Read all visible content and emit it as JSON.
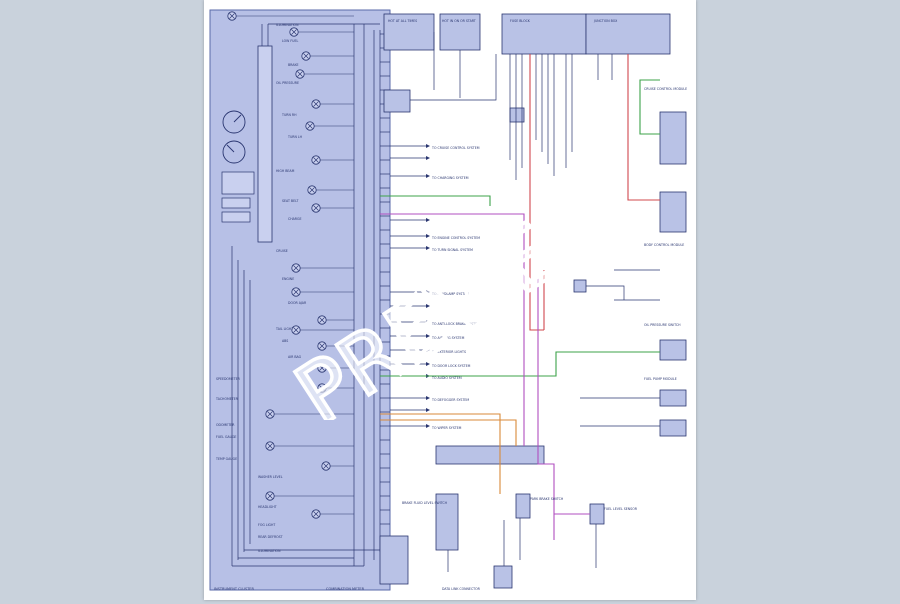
{
  "diagram": {
    "panel_left_label": "INSTRUMENT CLUSTER",
    "panel_bottom_label": "COMBINATION METER",
    "left_items": [
      "ILLUMINATION",
      "LOW FUEL",
      "BRAKE",
      "OIL PRESSURE",
      "TURN RH",
      "TURN LH",
      "HIGH BEAM",
      "SEAT BELT",
      "CHARGE",
      "CRUISE",
      "ENGINE",
      "DOOR AJAR",
      "TAIL LIGHT",
      "ABS",
      "AIR BAG",
      "SPEEDOMETER",
      "TACHOMETER",
      "ODOMETER",
      "FUEL GAUGE",
      "TEMP GAUGE",
      "WASHER LEVEL",
      "HEADLIGHT",
      "FOG LIGHT",
      "REAR DEFROST",
      "ILLUMINATION"
    ],
    "top_boxes": [
      "HOT AT ALL TIMES",
      "HOT IN ON OR START",
      "FUSE BLOCK",
      "JUNCTION BOX"
    ],
    "right_boxes": [
      "CRUISE CONTROL MODULE",
      "BODY CONTROL MODULE",
      "OIL PRESSURE SWITCH",
      "FUEL PUMP MODULE"
    ],
    "bottom_boxes": [
      "BRAKE FLUID LEVEL SWITCH",
      "PARK BRAKE SWITCH",
      "FUEL LEVEL SENSOR",
      "DATA LINK CONNECTOR"
    ],
    "mid_labels": [
      "TO CRUISE CONTROL SYSTEM",
      "TO CHARGING SYSTEM",
      "TO ENGINE CONTROL SYSTEM",
      "TO TURN SIGNAL SYSTEM",
      "TO HEADLAMP SYSTEM",
      "TO ANTI-LOCK BRAKE SYSTEM",
      "TO AIR BAG SYSTEM",
      "TO EXTERIOR LIGHTS",
      "TO DOOR LOCK SYSTEM",
      "TO AUDIO SYSTEM",
      "TO DEFOGGER SYSTEM",
      "TO WIPER SYSTEM"
    ],
    "colors": {
      "panel": "#b7c0e6",
      "panel_border": "#5a6aa8",
      "line": "#2a3670",
      "wire_red": "#d0484e",
      "wire_green": "#3ca34a",
      "wire_purple": "#b04fc0",
      "wire_orange": "#d98a3a",
      "box": "#b9c2e6"
    }
  },
  "watermark": {
    "text": "PREVIEW"
  }
}
